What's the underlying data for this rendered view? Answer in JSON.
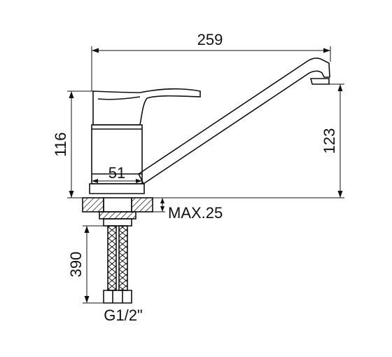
{
  "diagram": {
    "colors": {
      "line": "#111111",
      "background": "#ffffff"
    },
    "dimensions": {
      "width_total": "259",
      "height_total": "116",
      "spout_height": "123",
      "base_diameter": "51",
      "max_thickness": "MAX.25",
      "hose_length": "390",
      "thread": "G1/2\""
    }
  }
}
